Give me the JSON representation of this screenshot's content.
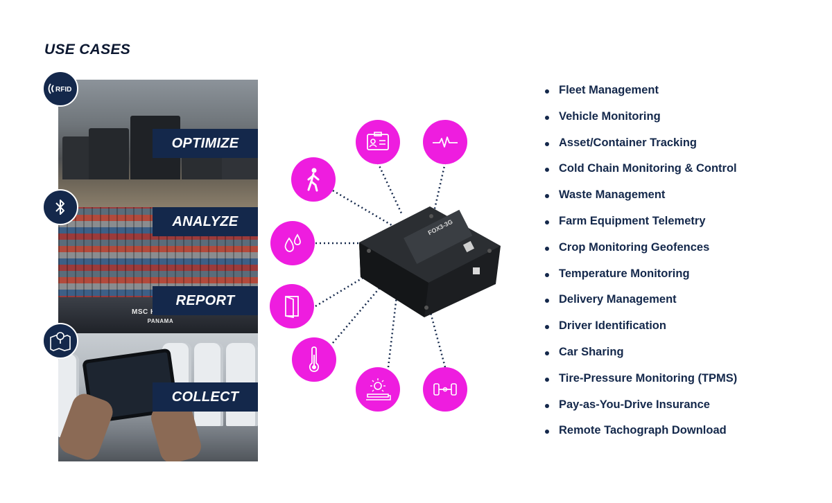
{
  "title": "USE CASES",
  "panels": [
    {
      "label": "OPTIMIZE"
    },
    {
      "label": "ANALYZE"
    },
    {
      "label": "REPORT"
    },
    {
      "label": "COLLECT"
    }
  ],
  "badges": {
    "rfid_text": "RFID"
  },
  "ship": {
    "name": "MSC HAMBURG",
    "port": "PANAMA"
  },
  "device": {
    "model": "FOX3-3G"
  },
  "icons": [
    "id-card-icon",
    "heartbeat-icon",
    "walking-person-icon",
    "water-drops-icon",
    "door-icon",
    "thermometer-icon",
    "solar-sun-icon",
    "axle-tire-icon"
  ],
  "colors": {
    "navy": "#14284b",
    "magenta": "#ee1ddf"
  },
  "use_cases": [
    "Fleet Management",
    "Vehicle Monitoring",
    "Asset/Container Tracking",
    "Cold Chain Monitoring & Control",
    "Waste Management",
    "Farm Equipment Telemetry",
    "Crop Monitoring Geofences",
    "Temperature Monitoring",
    "Delivery Management",
    "Driver Identification",
    "Car Sharing",
    "Tire-Pressure Monitoring (TPMS)",
    "Pay-as-You-Drive Insurance",
    "Remote Tachograph Download"
  ]
}
